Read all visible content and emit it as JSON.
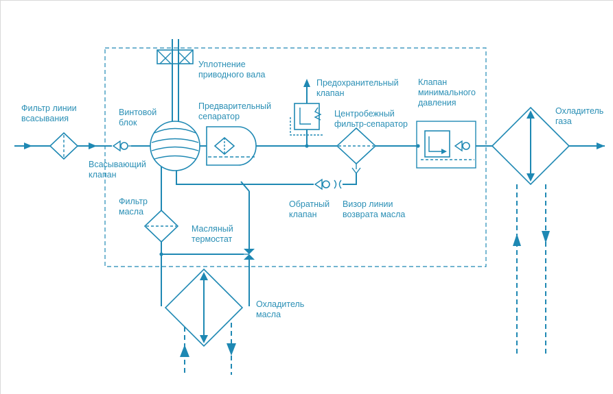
{
  "labels": {
    "suction_filter": "Фильтр линии\nвсасывания",
    "screw_block": "Винтовой\nблок",
    "suction_valve": "Всасывающий\nклапан",
    "shaft_seal": "Уплотнение\nприводного вала",
    "pre_separator": "Предварительный\nсепаратор",
    "safety_valve": "Предохранительный\nклапан",
    "centrifugal_separator": "Центробежный\nфильтр-сепаратор",
    "min_pressure_valve": "Клапан\nминимального\nдавления",
    "gas_cooler": "Охладитель\nгаза",
    "oil_filter": "Фильтр\nмасла",
    "oil_thermostat": "Масляный\nтермостат",
    "check_valve": "Обратный\nклапан",
    "oil_return_sight": "Визор линии\nвозврата масла",
    "oil_cooler": "Охладитель\nмасла"
  },
  "colors": {
    "line": "#1e88b3",
    "text": "#2a8fb5"
  }
}
